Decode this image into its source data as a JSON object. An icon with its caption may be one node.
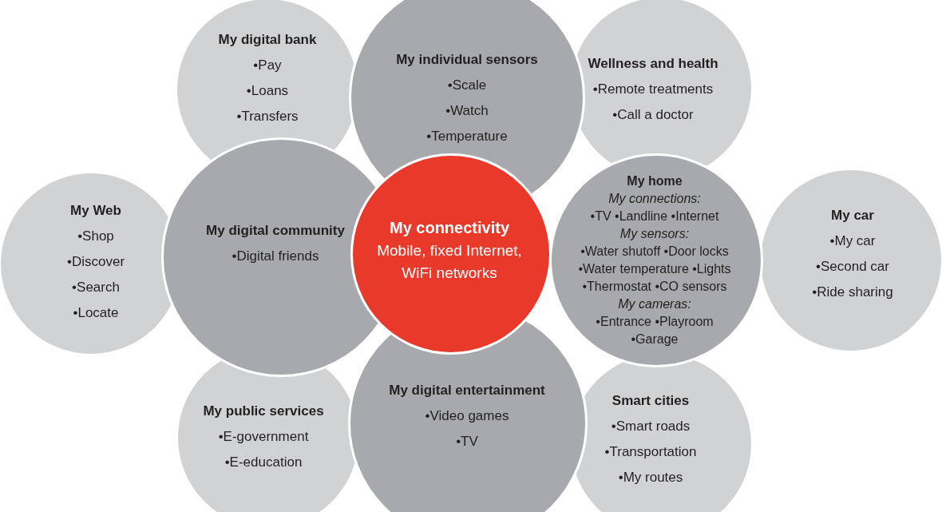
{
  "diagram": {
    "nodes": [
      {
        "text": [
          "My digital bank",
          "•Pay",
          "•Loans",
          "•Transfers"
        ]
      },
      {
        "text": [
          "My individual sensors",
          "•Scale",
          "•Watch",
          "•Temperature"
        ]
      },
      {
        "text": [
          "Wellness and health",
          "•Remote treatments",
          "•Call a doctor"
        ]
      },
      {
        "text": [
          "My Web",
          "•Shop",
          "•Discover",
          "•Search",
          "•Locate"
        ]
      },
      {
        "text": [
          "My digital community",
          "•Digital friends"
        ]
      },
      {
        "text": [
          "My connectivity",
          "Mobile, fixed Internet, WiFi networks"
        ]
      },
      {
        "text": [
          "My home",
          "My connections:",
          "•TV •Landline •Internet",
          "My sensors:",
          "•Water shutoff •Door locks",
          "•Water temperature •Lights",
          "•Thermostat •CO sensors",
          "My cameras:",
          "•Entrance •Playroom",
          "•Garage"
        ]
      },
      {
        "text": [
          "My car",
          "•My car",
          "•Second car",
          "•Ride sharing"
        ]
      },
      {
        "text": [
          "My public services",
          "•E-government",
          "•E-education"
        ]
      },
      {
        "text": [
          "My digital entertainment",
          "•Video games",
          "•TV"
        ]
      },
      {
        "text": [
          "Smart cities",
          "•Smart roads",
          "•Transportation",
          "•My routes"
        ]
      }
    ]
  }
}
